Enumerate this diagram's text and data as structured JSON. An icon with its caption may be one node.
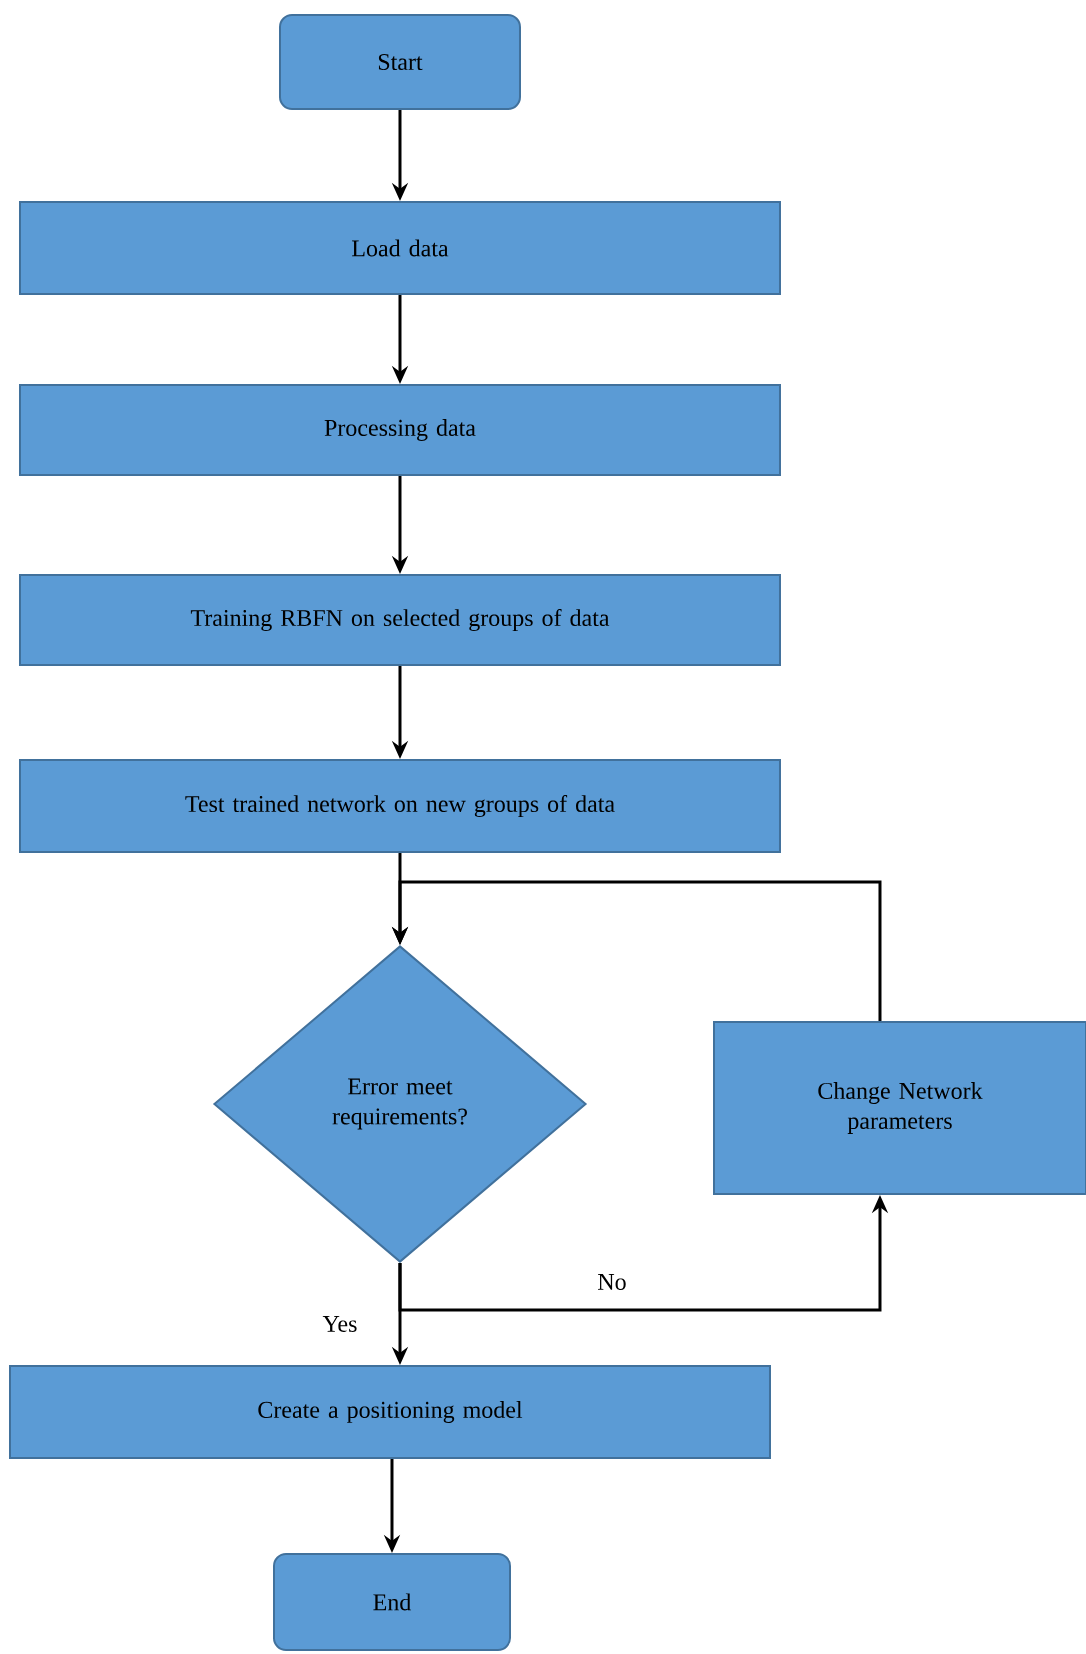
{
  "diagram": {
    "nodes": [
      {
        "text": [
          "Start"
        ]
      },
      {
        "text": [
          "Load data"
        ]
      },
      {
        "text": [
          "Processing data"
        ]
      },
      {
        "text": [
          "Training RBFN on selected groups of data"
        ]
      },
      {
        "text": [
          "Test trained network on new groups of data"
        ]
      },
      {
        "text": [
          "Error meet requirements?"
        ]
      },
      {
        "text": [
          "Change Network parameters"
        ]
      },
      {
        "text": [
          "Create a positioning model"
        ]
      },
      {
        "text": [
          "End"
        ]
      }
    ],
    "edges": [
      {
        "from": 0,
        "to": 1,
        "arrow": "to"
      },
      {
        "from": 1,
        "to": 2,
        "arrow": "to"
      },
      {
        "from": 2,
        "to": 3,
        "arrow": "to"
      },
      {
        "from": 3,
        "to": 4,
        "arrow": "to"
      },
      {
        "from": 4,
        "to": 5,
        "arrow": "to"
      },
      {
        "from": 5,
        "to": 7,
        "arrow": "to",
        "label": "Yes"
      },
      {
        "from": 5,
        "to": 6,
        "arrow": "to",
        "label": "No"
      },
      {
        "from": 6,
        "to": 5,
        "arrow": "to"
      },
      {
        "from": 7,
        "to": 8,
        "arrow": "to"
      }
    ]
  }
}
